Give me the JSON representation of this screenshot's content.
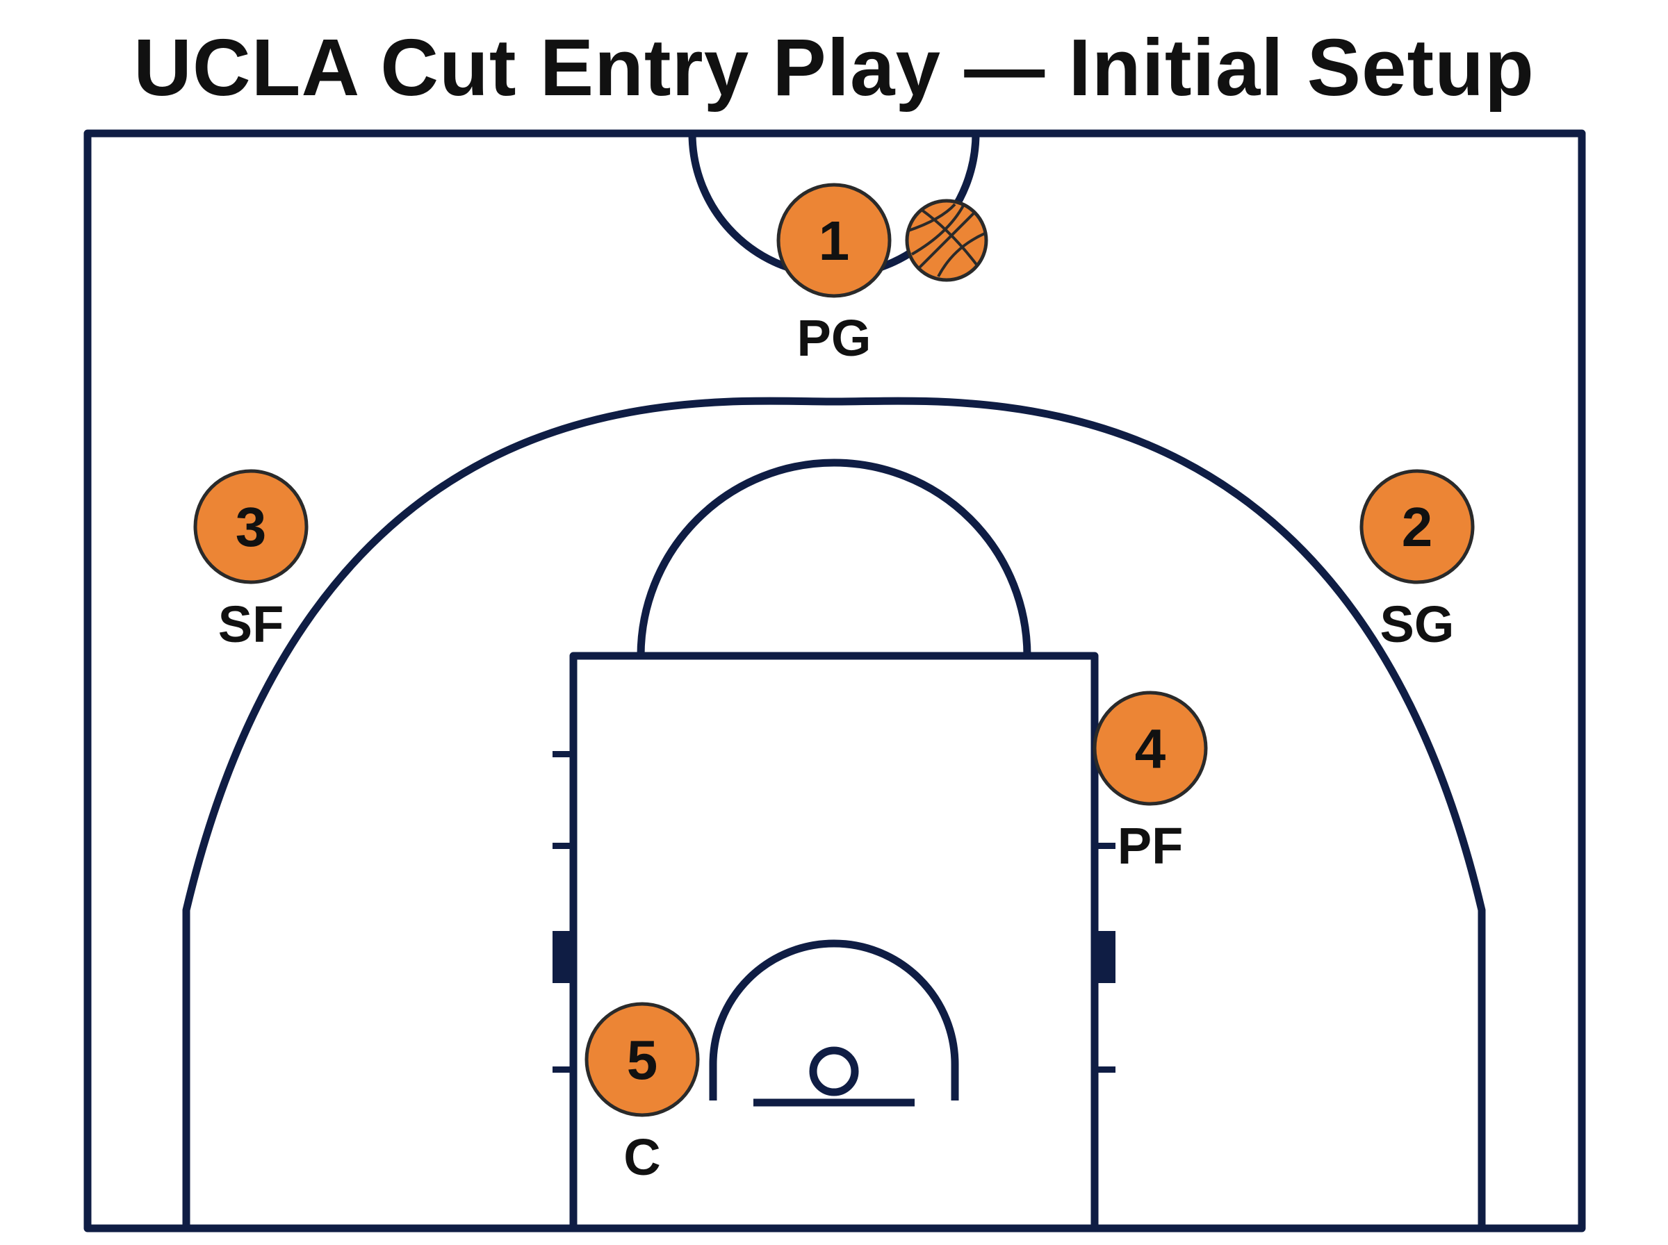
{
  "title": "UCLA Cut Entry Play — Initial Setup",
  "colors": {
    "court_lines": "#0f1d44",
    "player_fill": "#ec8535",
    "player_stroke": "#2a2a2a",
    "text": "#111111",
    "background": "#ffffff"
  },
  "players": [
    {
      "number": "1",
      "position": "PG",
      "has_ball": true
    },
    {
      "number": "2",
      "position": "SG",
      "has_ball": false
    },
    {
      "number": "3",
      "position": "SF",
      "has_ball": false
    },
    {
      "number": "4",
      "position": "PF",
      "has_ball": false
    },
    {
      "number": "5",
      "position": "C",
      "has_ball": false
    }
  ],
  "ball": {
    "icon": "basketball-icon"
  }
}
